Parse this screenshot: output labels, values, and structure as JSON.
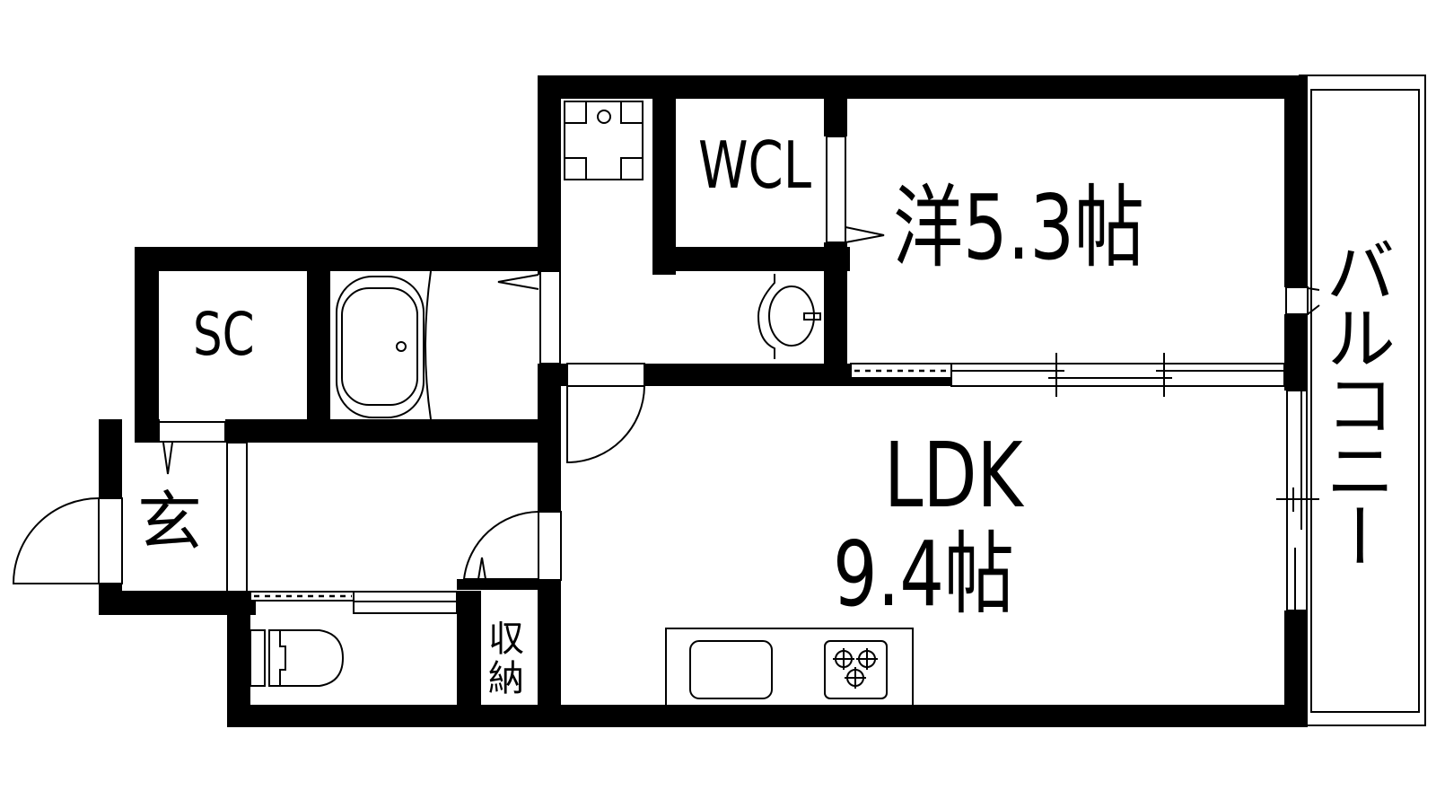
{
  "plan": {
    "rooms": {
      "western_room": {
        "label": "洋5.3帖",
        "type": "洋",
        "size_jo": "5.3"
      },
      "ldk": {
        "label_line1": "LDK",
        "label_line2": "9.4帖",
        "size_jo": "9.4"
      },
      "wcl": {
        "label": "WCL"
      },
      "sc": {
        "label": "SC"
      },
      "entrance": {
        "label": "玄"
      },
      "storage": {
        "label": "収納"
      },
      "balcony": {
        "label": "バルコニー"
      }
    },
    "fixtures": [
      "washing-machine-pan",
      "bathtub",
      "washbasin",
      "toilet",
      "kitchen-sink",
      "gas-stove-3-burner"
    ],
    "colors": {
      "wall": "#000000",
      "background": "#ffffff",
      "line": "#000000"
    }
  }
}
